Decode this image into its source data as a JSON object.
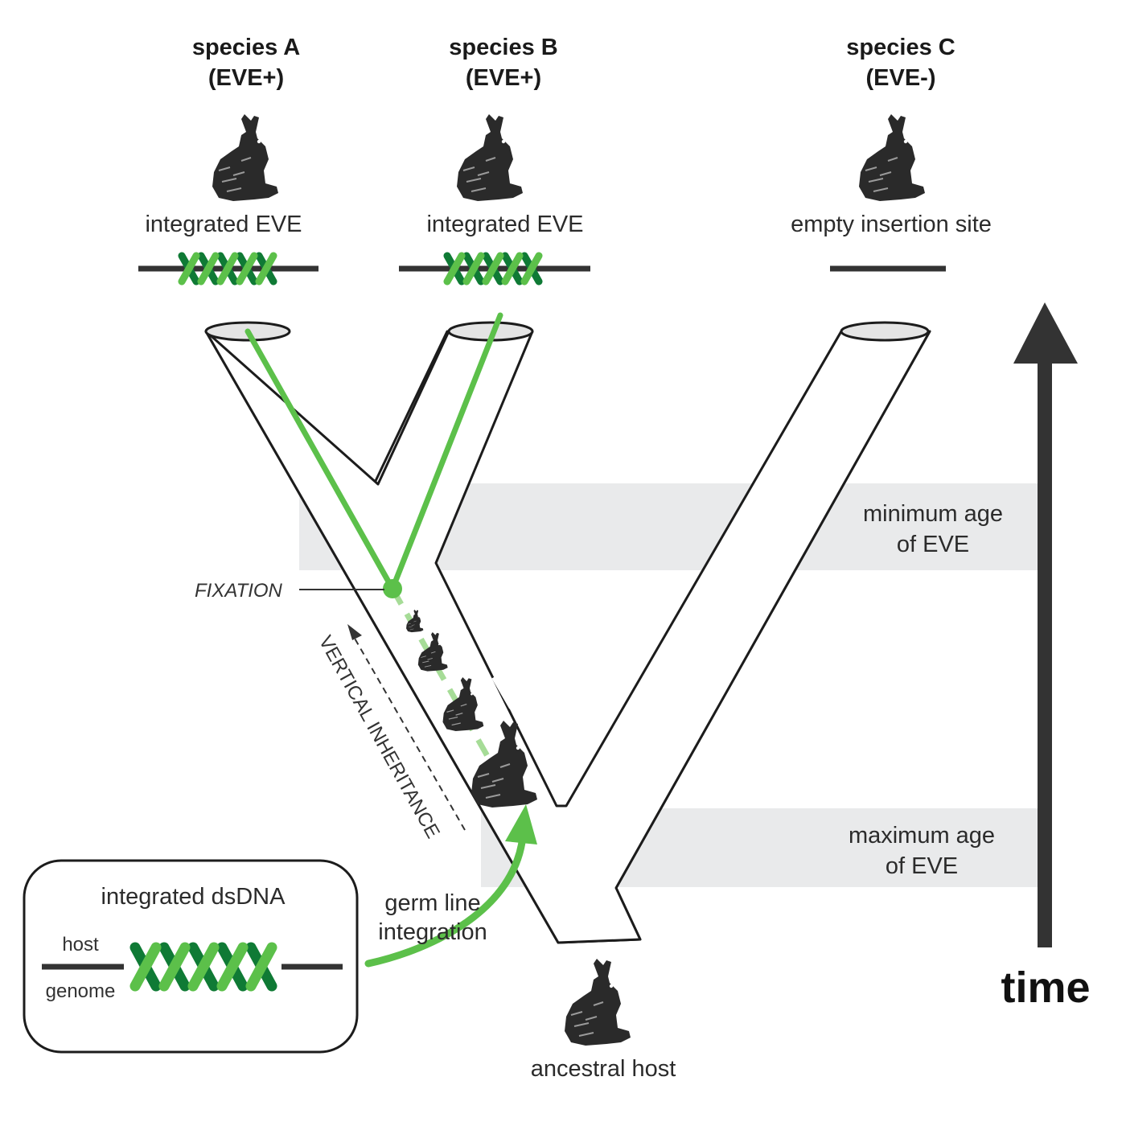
{
  "species": [
    {
      "name": "species A",
      "status": "(EVE+)",
      "site_label": "integrated EVE"
    },
    {
      "name": "species B",
      "status": "(EVE+)",
      "site_label": "integrated EVE"
    },
    {
      "name": "species C",
      "status": "(EVE-)",
      "site_label": "empty insertion site"
    }
  ],
  "bands": {
    "minimum": [
      "minimum age",
      "of EVE"
    ],
    "maximum": [
      "maximum age",
      "of EVE"
    ]
  },
  "labels": {
    "fixation": "FIXATION",
    "vertical_inheritance": "VERTICAL INHERITANCE",
    "germ_line": [
      "germ line",
      "integration"
    ],
    "ancestral_host": "ancestral host",
    "time": "time"
  },
  "inset": {
    "title": "integrated dsDNA",
    "host_label": "host",
    "genome_label": "genome"
  },
  "colors": {
    "light_green": "#5cc04a",
    "dark_green": "#0f7a35",
    "band_gray": "#e9eaeb",
    "outline": "#1c1c1c",
    "arrow": "#333333"
  },
  "icons": [
    "rabbit-icon",
    "dna-helix-icon",
    "time-arrow-icon"
  ]
}
